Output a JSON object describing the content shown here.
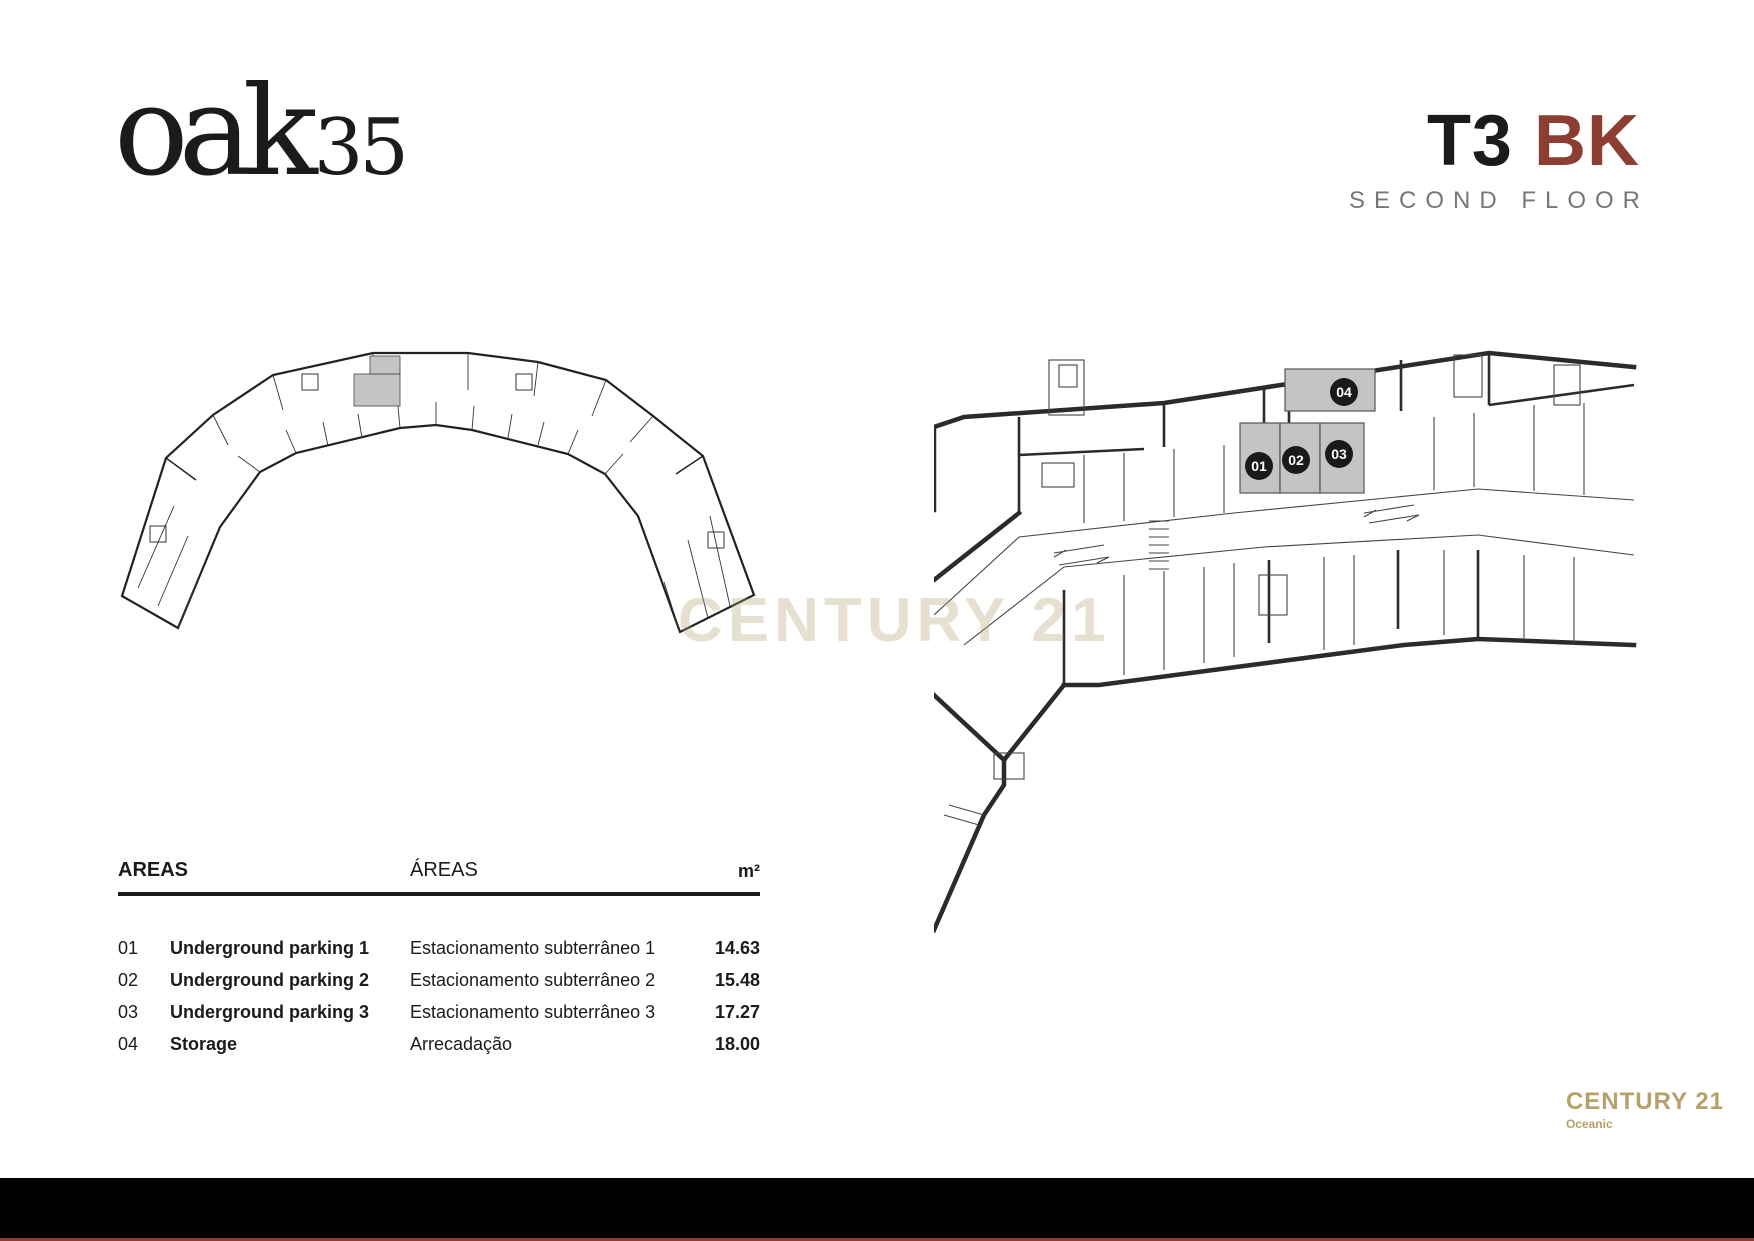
{
  "logo": {
    "word": "oak",
    "number": "35"
  },
  "unit": {
    "code": "T3",
    "block": "BK",
    "floor": "SECOND FLOOR"
  },
  "colors": {
    "accent": "#8b3e31",
    "highlight": "#c4c4c4",
    "brand_gold": "#b8a06a",
    "ink": "#1c1a1a"
  },
  "plan": {
    "markers": [
      "01",
      "02",
      "03",
      "04"
    ]
  },
  "watermark": "CENTURY 21",
  "areas": {
    "header": {
      "en": "AREAS",
      "pt": "ÁREAS",
      "unit": "m²"
    },
    "rows": [
      {
        "num": "01",
        "en": "Underground parking 1",
        "pt": "Estacionamento subterrâneo 1",
        "value": "14.63"
      },
      {
        "num": "02",
        "en": "Underground parking 2",
        "pt": "Estacionamento subterrâneo 2",
        "value": "15.48"
      },
      {
        "num": "03",
        "en": "Underground parking 3",
        "pt": "Estacionamento subterrâneo 3",
        "value": "17.27"
      },
      {
        "num": "04",
        "en": "Storage",
        "pt": "Arrecadação",
        "value": "18.00"
      }
    ]
  },
  "brand": {
    "name": "CENTURY 21",
    "sub": "Oceanic"
  }
}
